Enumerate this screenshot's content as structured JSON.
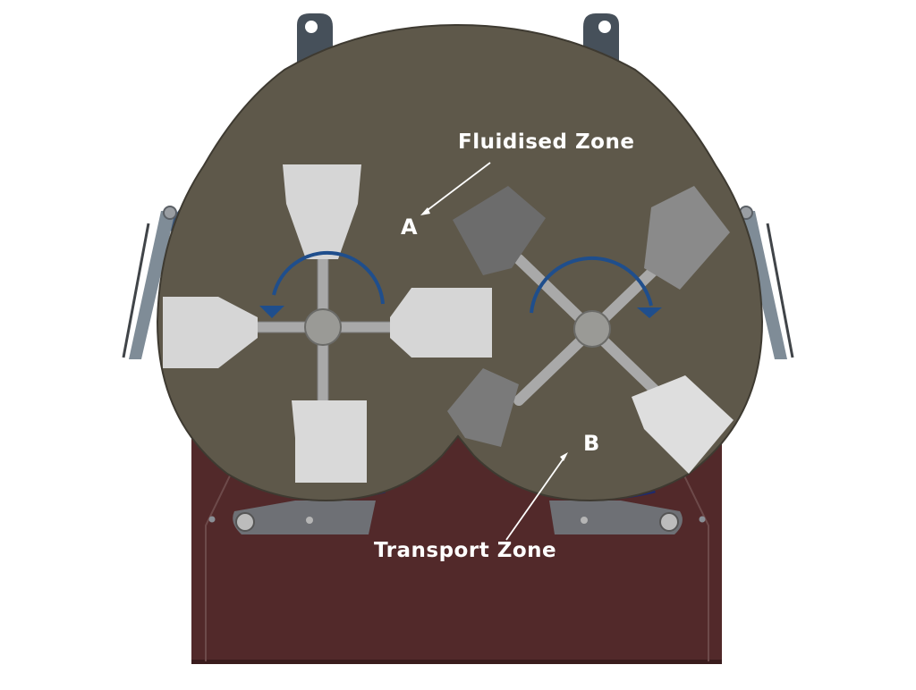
{
  "diagram": {
    "subject": "Twin-shaft paddle mixer cross-section",
    "labels": {
      "fluidised_zone": "Fluidised Zone",
      "transport_zone": "Transport Zone",
      "point_a": "A",
      "point_b": "B"
    },
    "shafts": [
      {
        "name": "left-shaft",
        "rotation": "counter-clockwise",
        "paddles": 4
      },
      {
        "name": "right-shaft",
        "rotation": "clockwise",
        "paddles": 4
      }
    ],
    "colors": {
      "trough": "#5e584a",
      "base": "#52292a",
      "paddle_light": "#d6d6d6",
      "paddle_dark": "#6c6c6c",
      "arm": "#a9a9a9",
      "hub": "#9a9a96",
      "rotation_arrow": "#1f4e8c",
      "door_blue": "#3b5576",
      "door_frame": "#7f8c97",
      "lifting_lug": "#46505a",
      "bracket": "#6e7075",
      "seal": "#1e2a6e",
      "label_text": "#ffffff"
    }
  }
}
